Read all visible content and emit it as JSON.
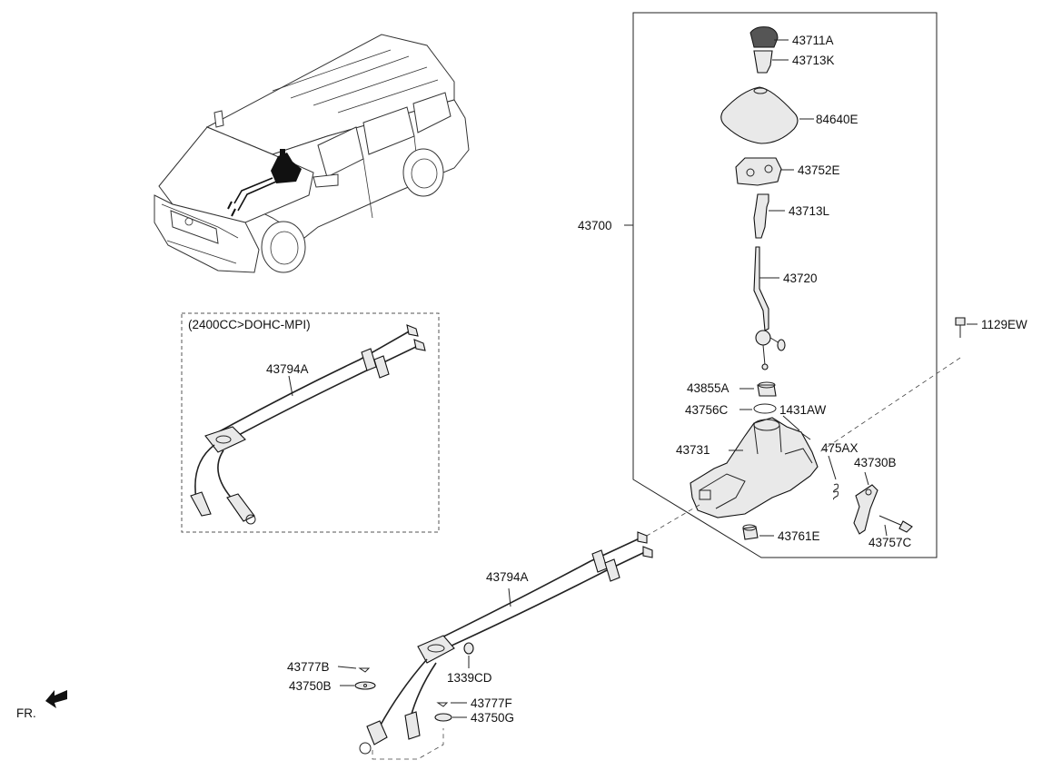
{
  "diagram": {
    "variant_note": "(2400CC>DOHC-MPI)",
    "direction_marker": "FR.",
    "labels": {
      "p43711A": "43711A",
      "p43713K": "43713K",
      "p84640E": "84640E",
      "p43752E": "43752E",
      "p43713L": "43713L",
      "p43700": "43700",
      "p43720": "43720",
      "p1129EW": "1129EW",
      "p43855A": "43855A",
      "p43756C": "43756C",
      "p1431AW": "1431AW",
      "p43731": "43731",
      "p475AX": "475AX",
      "p43730B": "43730B",
      "p43761E": "43761E",
      "p43757C": "43757C",
      "p43794A_inset": "43794A",
      "p43794A_main": "43794A",
      "p43777B": "43777B",
      "p43750B": "43750B",
      "p1339CD": "1339CD",
      "p43777F": "43777F",
      "p43750G": "43750G"
    },
    "icons": [
      "vehicle-overview-icon",
      "direction-arrow-icon"
    ]
  }
}
